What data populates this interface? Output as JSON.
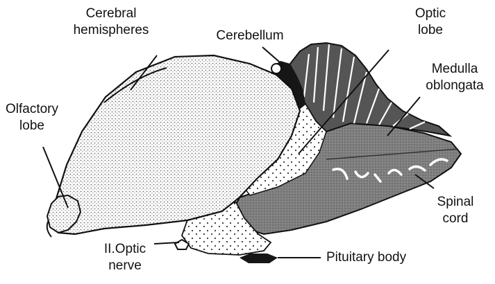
{
  "diagram": {
    "labels": {
      "cerebral_hemispheres": [
        "Cerebral",
        "hemispheres"
      ],
      "cerebellum": "Cerebellum",
      "optic_lobe": [
        "Optic",
        "lobe"
      ],
      "medulla_oblongata": [
        "Medulla",
        "oblongata"
      ],
      "olfactory_lobe": [
        "Olfactory",
        "lobe"
      ],
      "spinal_cord": [
        "Spinal",
        "cord"
      ],
      "optic_nerve": [
        "II.Optic",
        "nerve"
      ],
      "pituitary_body": "Pituitary body"
    },
    "colors": {
      "ink": "#111111",
      "stipple": "#8a8a8a",
      "medulla_fill": "#7a7a7a",
      "dark_fill": "#161616"
    }
  }
}
